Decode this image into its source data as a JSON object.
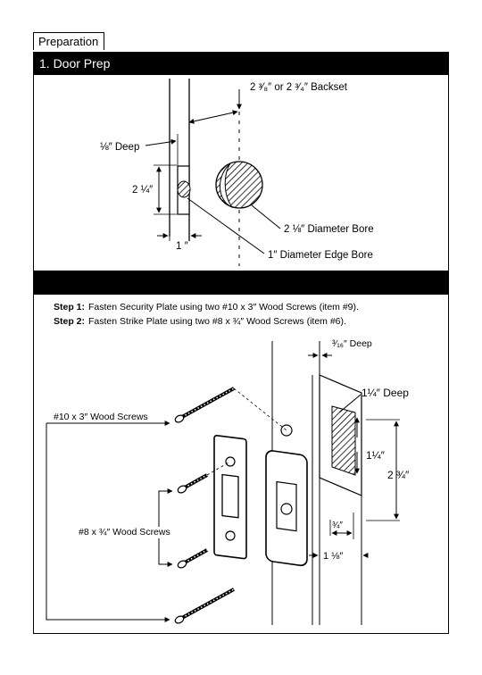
{
  "tab_label": "Preparation",
  "section1_title": "1. Door Prep",
  "section2_title": "",
  "door_prep": {
    "backset_label": "2 ³⁄₈″ or  2 ³⁄₄″ Backset",
    "deep_label": "⅛″ Deep",
    "height_label": "2 ¼″",
    "width_label": "1 ″",
    "bore_label": "2 ⅛″ Diameter Bore",
    "edge_bore_label": "1″ Diameter Edge Bore"
  },
  "steps": [
    {
      "label": "Step 1:",
      "text": "Fasten Security Plate using two #10 x 3″ Wood Screws (item #9)."
    },
    {
      "label": "Step 2:",
      "text": "Fasten Strike Plate using two #8 x ¾″ Wood Screws (item #6)."
    }
  ],
  "strike_prep": {
    "deep_label": "³⁄₁₆″ Deep",
    "pocket_deep_label": "1¼″ Deep",
    "pocket_height_label": "1¼″",
    "plate_height_label": "2 ¾″",
    "pocket_width_label": "¾″",
    "plate_width_label": "1 ⅛″",
    "long_screws_label": "#10 x 3″ Wood Screws",
    "short_screws_label": "#8 x ¾″ Wood Screws"
  }
}
